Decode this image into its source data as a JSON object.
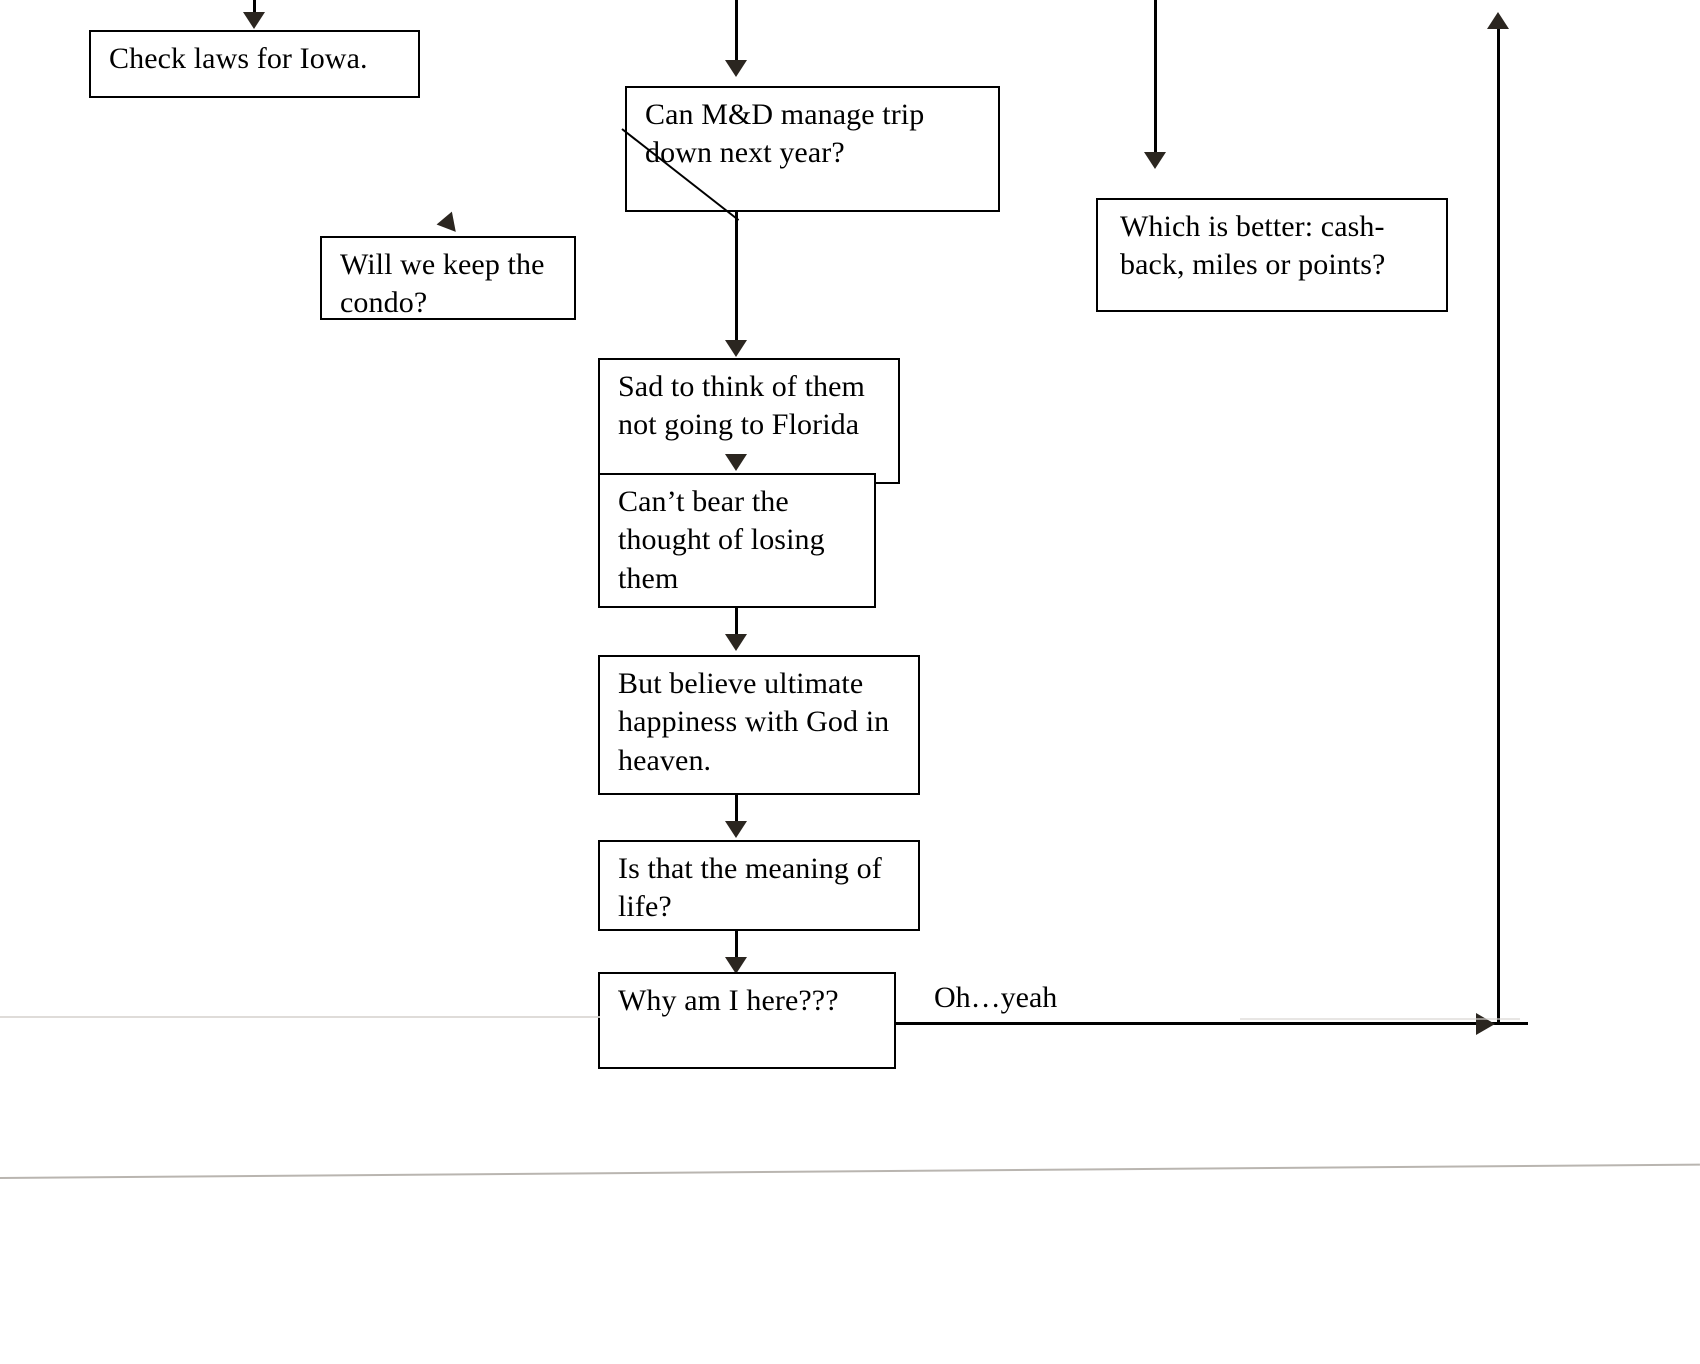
{
  "diagram": {
    "title": "Hand-drawn worry flowchart (scanned)",
    "nodes": [
      {
        "id": "check-laws",
        "label": "Check laws for Iowa."
      },
      {
        "id": "manage-trip",
        "label": "Can M&D manage trip down next year?"
      },
      {
        "id": "keep-condo",
        "label": "Will we keep the condo?"
      },
      {
        "id": "cash-back",
        "label": "Which is better: cash-back, miles or points?"
      },
      {
        "id": "sad-florida",
        "label": "Sad to think of them not going to Florida"
      },
      {
        "id": "cant-bear",
        "label": "Can’t bear the thought of losing them"
      },
      {
        "id": "ultimate-happiness",
        "label": "But believe ultimate happiness with God in heaven."
      },
      {
        "id": "meaning-life",
        "label": "Is that the meaning of life?"
      },
      {
        "id": "why-here",
        "label": "Why am I here???"
      }
    ],
    "edge_labels": [
      {
        "id": "oh-yeah",
        "label": "Oh…yeah"
      }
    ],
    "colors": {
      "ink": "#000000",
      "arrowhead": "#2b2620",
      "paper": "#ffffff"
    }
  }
}
